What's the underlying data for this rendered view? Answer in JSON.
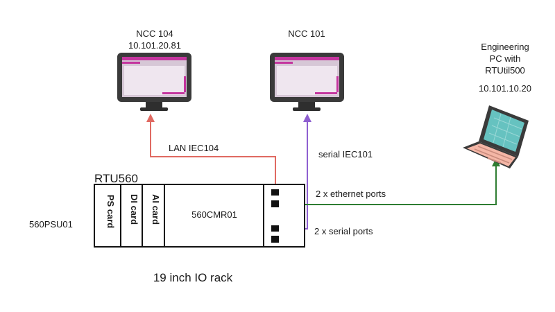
{
  "nodes": {
    "ncc104": {
      "name": "NCC 104",
      "ip": "10.101.20.81"
    },
    "ncc101": {
      "name": "NCC 101"
    },
    "engineering_pc": {
      "line1": "Engineering",
      "line2": "PC with",
      "line3": "RTUtil500",
      "ip": "10.101.10.20"
    },
    "rtu": {
      "title": "RTU560",
      "slots": [
        "PS card",
        "DI card",
        "AI card"
      ],
      "cmr": "560CMR01"
    },
    "psu": {
      "label": "560PSU01"
    },
    "rack": {
      "label": "19 inch IO rack"
    }
  },
  "links": {
    "lan": {
      "label": "LAN IEC104",
      "color": "#e06a62"
    },
    "serial": {
      "label": "serial IEC101",
      "color": "#8e5fd0"
    },
    "ethernet": {
      "label": "2 x ethernet ports",
      "color": "#2e7d32"
    },
    "serial_ports": {
      "label": "2 x serial ports"
    }
  },
  "colors": {
    "monitor_screen": "#d6c7d6",
    "monitor_accent": "#c4349e",
    "laptop_screen": "#66c2c0",
    "laptop_body": "#f4b6a6"
  }
}
